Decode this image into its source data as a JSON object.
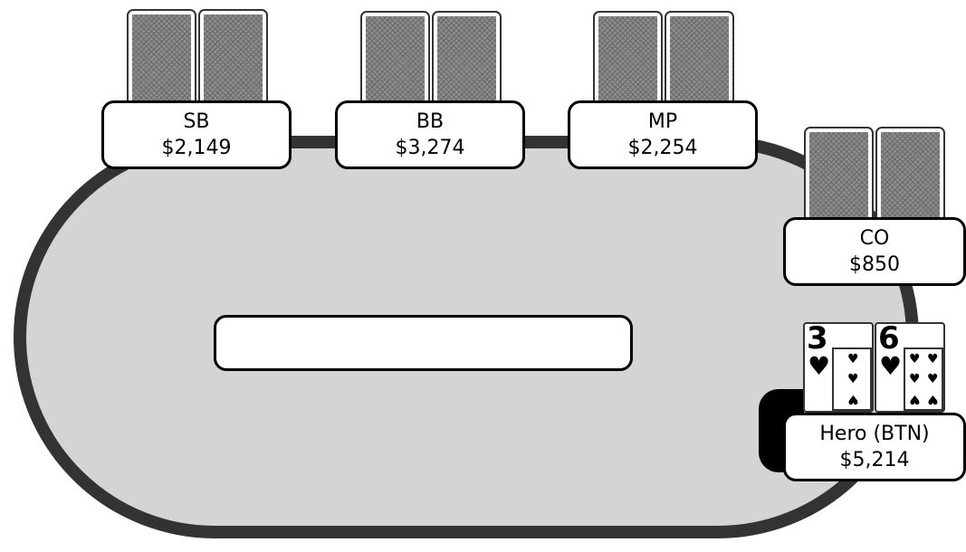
{
  "seats": {
    "sb": {
      "name": "SB",
      "stack": "$2,149"
    },
    "bb": {
      "name": "BB",
      "stack": "$3,274"
    },
    "mp": {
      "name": "MP",
      "stack": "$2,254"
    },
    "co": {
      "name": "CO",
      "stack": "$850"
    },
    "hero": {
      "name": "Hero (BTN)",
      "stack": "$5,214"
    }
  },
  "hero_cards": [
    {
      "rank": "3",
      "suit": "♥",
      "suit_name": "hearts",
      "pip_count": 3
    },
    {
      "rank": "6",
      "suit": "♥",
      "suit_name": "hearts",
      "pip_count": 6
    }
  ],
  "board": {
    "cards": []
  },
  "colors": {
    "felt": "#d4d4d4",
    "rail": "#333333",
    "card_back": "#8c8c8c"
  }
}
